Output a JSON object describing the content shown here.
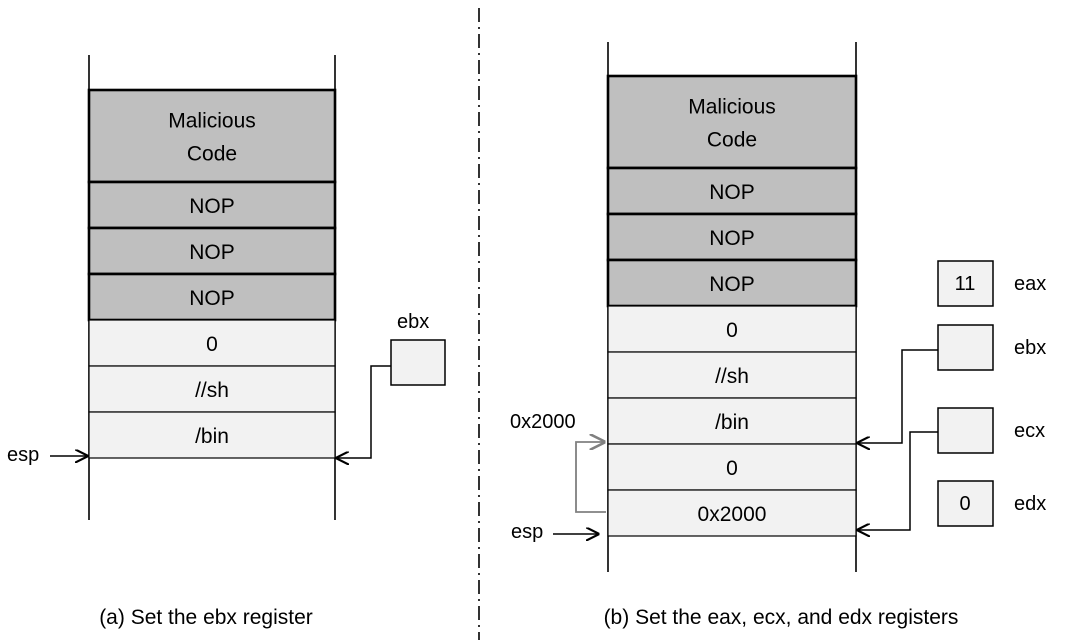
{
  "panel_a": {
    "cells": [
      {
        "label_lines": [
          "Malicious",
          "Code"
        ],
        "kind": "code"
      },
      {
        "label_lines": [
          "NOP"
        ],
        "kind": "nop"
      },
      {
        "label_lines": [
          "NOP"
        ],
        "kind": "nop"
      },
      {
        "label_lines": [
          "NOP"
        ],
        "kind": "nop"
      },
      {
        "label_lines": [
          "0"
        ],
        "kind": "data"
      },
      {
        "label_lines": [
          "//sh"
        ],
        "kind": "data"
      },
      {
        "label_lines": [
          "/bin"
        ],
        "kind": "data"
      }
    ],
    "esp_label": "esp",
    "ebx_label": "ebx",
    "ebx_value": "",
    "caption": "(a) Set the ebx register"
  },
  "panel_b": {
    "cells": [
      {
        "label_lines": [
          "Malicious",
          "Code"
        ],
        "kind": "code"
      },
      {
        "label_lines": [
          "NOP"
        ],
        "kind": "nop"
      },
      {
        "label_lines": [
          "NOP"
        ],
        "kind": "nop"
      },
      {
        "label_lines": [
          "NOP"
        ],
        "kind": "nop"
      },
      {
        "label_lines": [
          "0"
        ],
        "kind": "data"
      },
      {
        "label_lines": [
          "//sh"
        ],
        "kind": "data"
      },
      {
        "label_lines": [
          "/bin"
        ],
        "kind": "data"
      },
      {
        "label_lines": [
          "0"
        ],
        "kind": "data"
      },
      {
        "label_lines": [
          "0x2000"
        ],
        "kind": "data"
      }
    ],
    "address_label": "0x2000",
    "esp_label": "esp",
    "registers": [
      {
        "name": "eax",
        "value": "11"
      },
      {
        "name": "ebx",
        "value": ""
      },
      {
        "name": "ecx",
        "value": ""
      },
      {
        "name": "edx",
        "value": "0"
      }
    ],
    "caption": "(b) Set the eax, ecx, and edx registers"
  },
  "colors": {
    "code_fill": "#bfbfbf",
    "nop_fill": "#bfbfbf",
    "data_fill": "#f2f2f2",
    "register_fill": "#f2f2f2",
    "pointer_loop": "#808080"
  }
}
